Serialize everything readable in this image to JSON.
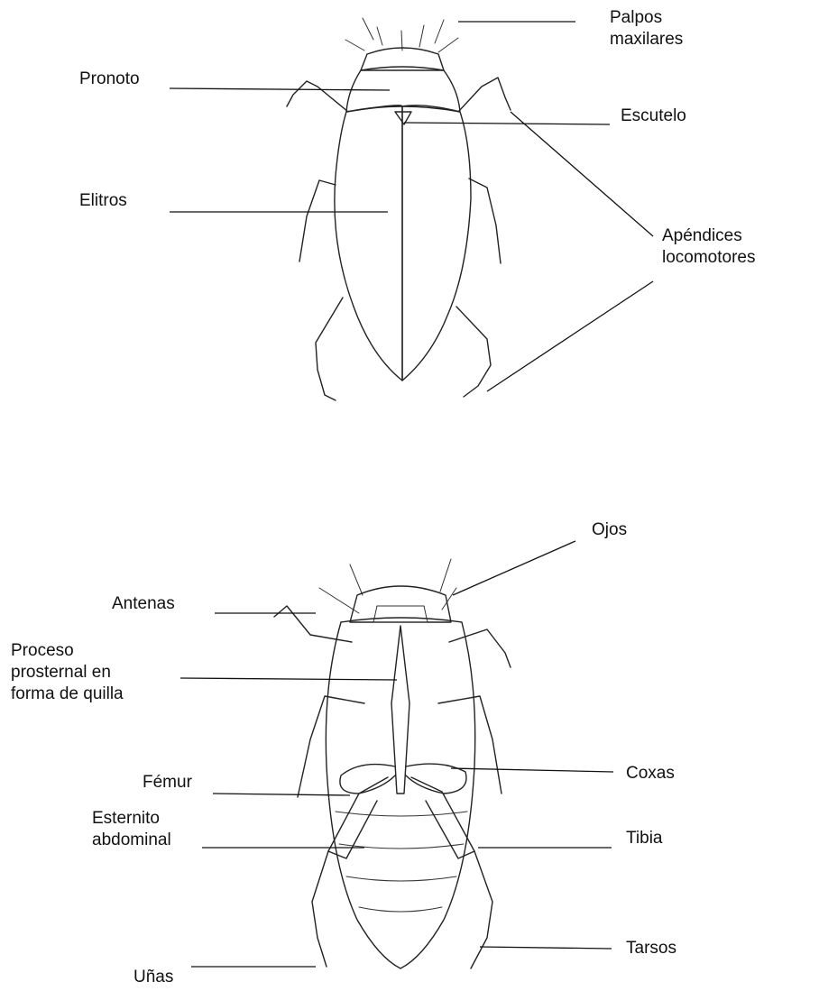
{
  "dorsal": {
    "palpos": [
      "Palpos",
      "maxilares"
    ],
    "pronoto": "Pronoto",
    "escutelo": "Escutelo",
    "elitros": "Elitros",
    "apendices": [
      "Apéndices",
      "locomotores"
    ]
  },
  "ventral": {
    "ojos": "Ojos",
    "antenas": "Antenas",
    "proceso": [
      "Proceso",
      "prosternal en",
      "forma de quilla"
    ],
    "coxas": "Coxas",
    "femur": "Fémur",
    "esternito": [
      "Esternito",
      "abdominal"
    ],
    "tibia": "Tibia",
    "tarsos": "Tarsos",
    "unas": "Uñas"
  }
}
